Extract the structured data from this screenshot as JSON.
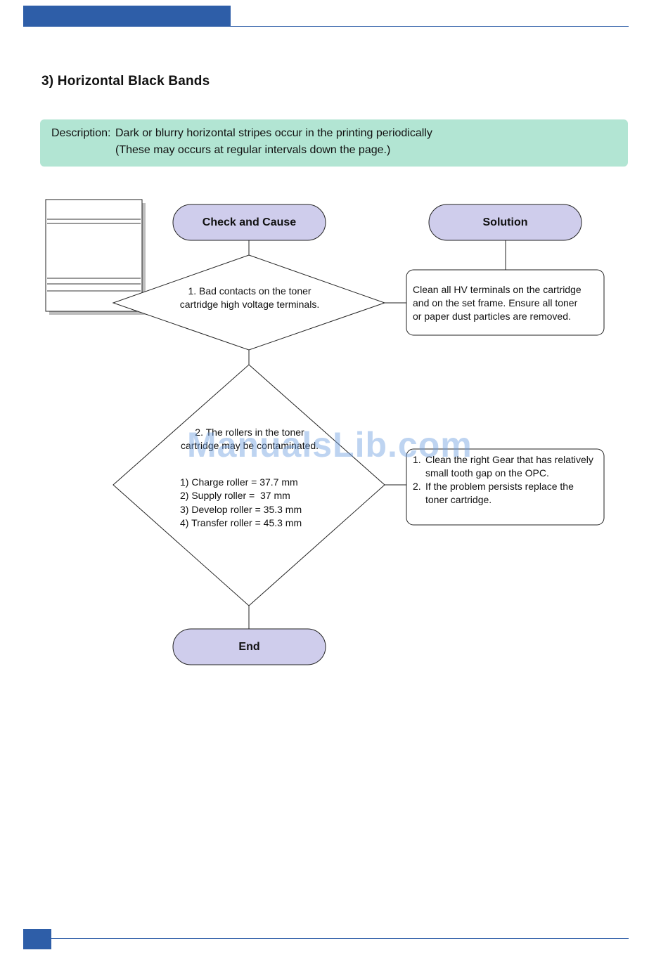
{
  "section": {
    "title": "3) Horizontal Black Bands"
  },
  "description": {
    "label": "Description:",
    "line1": "Dark or blurry horizontal stripes occur in the printing periodically",
    "line2": "(These may occurs at regular intervals down the page.)"
  },
  "flowchart": {
    "check_header": "Check and Cause",
    "solution_header": "Solution",
    "step1": {
      "line1": "1. Bad contacts on the toner",
      "line2": "cartridge high voltage terminals."
    },
    "solution1": {
      "line1": "Clean all HV terminals on the cartridge",
      "line2": "and on the set frame. Ensure all toner",
      "line3": "or paper dust particles are removed."
    },
    "step2": {
      "line1": "2. The rollers in the toner",
      "line2": "cartridge may be contaminated.",
      "rollers": [
        "1) Charge roller = 37.7 mm",
        "2) Supply roller =  37 mm",
        "3) Develop roller = 35.3 mm",
        "4) Transfer roller = 45.3 mm"
      ]
    },
    "solution2": {
      "items": [
        {
          "num": "1.",
          "text": "Clean the right Gear that has relatively small tooth gap on the OPC."
        },
        {
          "num": "2.",
          "text": "If the problem persists replace the toner cartridge."
        }
      ]
    },
    "end": "End"
  },
  "watermark": "ManualsLib.com",
  "colors": {
    "header_blue": "#2e5ea8",
    "description_bg": "#b2e5d3",
    "pill_fill": "#cfcdec"
  }
}
